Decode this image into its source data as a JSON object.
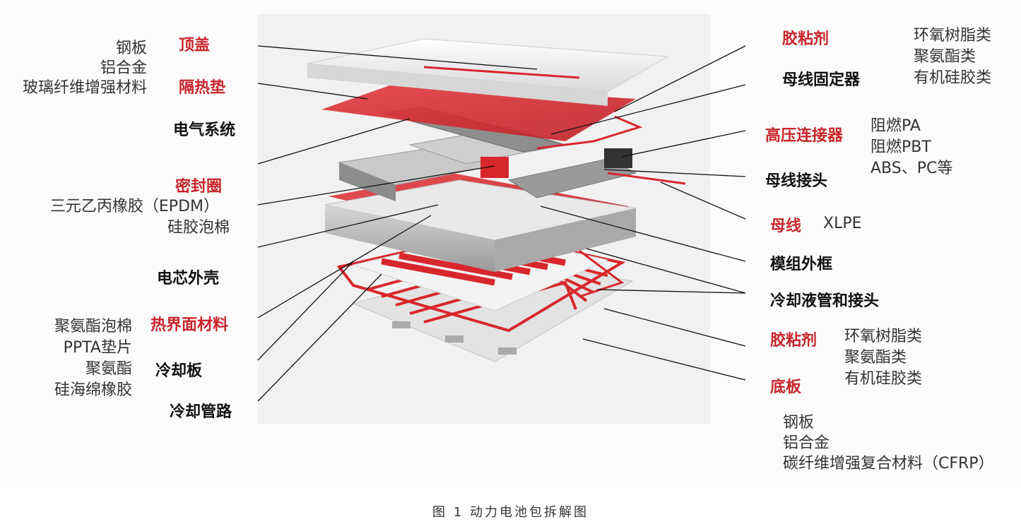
{
  "colors": {
    "accent_red": "#c8262b",
    "component_dark": "#111111",
    "material_text": "#333333"
  },
  "components_left": {
    "top_cover": "顶盖",
    "insulation_pad": "隔热垫",
    "electrical_system": "电气系统",
    "seal_ring": "密封圈",
    "cell_housing": "电芯外壳",
    "thermal_interface_material": "热界面材料",
    "cooling_plate": "冷却板",
    "cooling_pipes": "冷却管路"
  },
  "materials_left": {
    "top_cover": [
      "钢板",
      "铝合金",
      "玻璃纤维增强材料"
    ],
    "seal_ring": [
      "三元乙丙橡胶（EPDM）",
      "硅胶泡棉"
    ],
    "thermal_interface": [
      "聚氨酯泡棉",
      "PPTA垫片",
      "聚氨酯",
      "硅海绵橡胶"
    ]
  },
  "components_right": {
    "adhesive_top": "胶粘剂",
    "busbar_holder": "母线固定器",
    "hv_connector": "高压连接器",
    "busbar_joint": "母线接头",
    "busbar": "母线",
    "module_frame": "模组外框",
    "coolant_pipes_joints": "冷却液管和接头",
    "adhesive_bottom": "胶粘剂",
    "bottom_plate": "底板"
  },
  "materials_right": {
    "adhesive_top": [
      "环氧树脂类",
      "聚氨酯类",
      "有机硅胶类"
    ],
    "hv_connector": [
      "阻燃PA",
      "阻燃PBT",
      "ABS、PC等"
    ],
    "busbar": "XLPE",
    "adhesive_bottom": [
      "环氧树脂类",
      "聚氨酯类",
      "有机硅胶类"
    ],
    "bottom_plate": [
      "钢板",
      "铝合金",
      "碳纤维增强复合材料（CFRP）"
    ]
  },
  "caption": "图 1  动力电池包拆解图"
}
